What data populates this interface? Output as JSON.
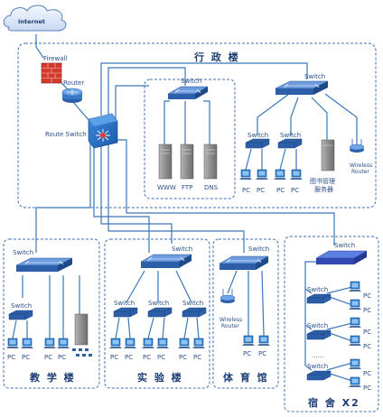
{
  "labels": {
    "internet": "Internet",
    "firewall": "Firewall",
    "router": "Router",
    "route_switch": "Route Switch",
    "switch": "Switch",
    "pc": "PC",
    "www": "WWW",
    "ftp": "FTP",
    "dns": "DNS",
    "wireless_router_line1": "Wireless",
    "wireless_router_line2": "Router",
    "library_server_line1": "图书管理",
    "library_server_line2": "服务器",
    "ellipsis": "......"
  },
  "zones": {
    "admin": "行 政 楼",
    "teaching": "教 学 楼",
    "lab": "实 验 楼",
    "gym": "体 育 馆",
    "dorm": "宿 舍 X2"
  },
  "colors": {
    "link": "#3a78b8",
    "switch_top": "#5c90d6",
    "switch_side": "#2d5fa8",
    "core": "#1f6fc2",
    "zone_border": "#3d6fb5",
    "firewall": "#d23a2c",
    "server": "#8c8c8c",
    "pc": "#2d7fd0"
  }
}
